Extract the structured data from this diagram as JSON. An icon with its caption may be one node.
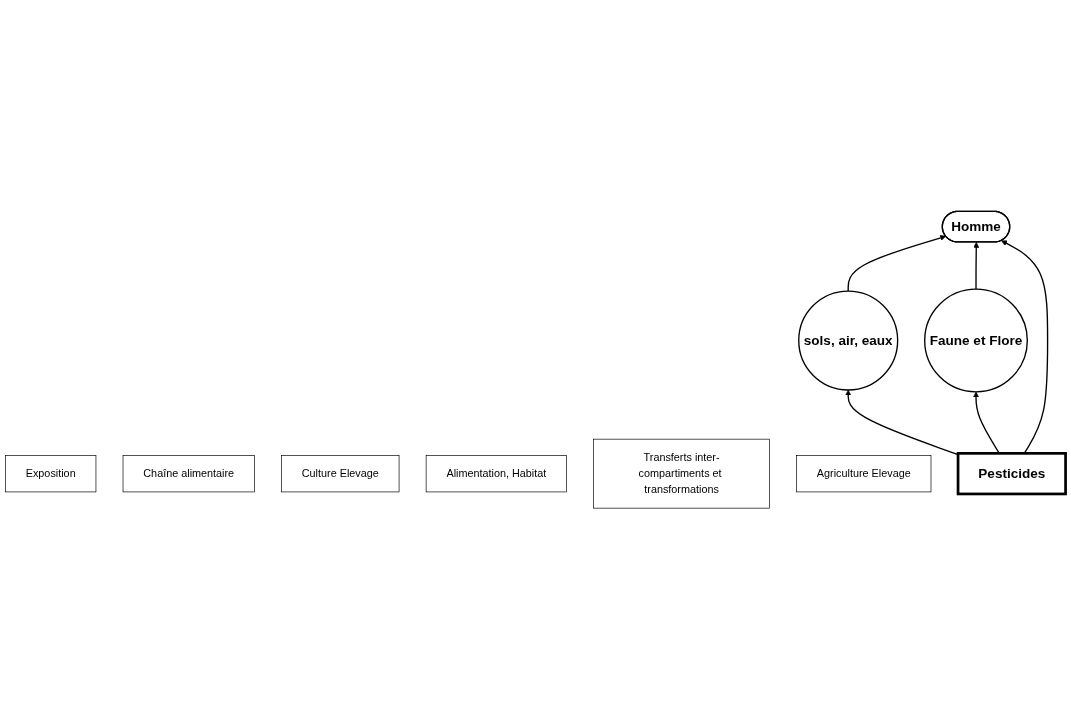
{
  "diagram": {
    "nodes": [
      {
        "text": [
          "Homme"
        ]
      },
      {
        "text": [
          "sols, air, eaux"
        ]
      },
      {
        "text": [
          "Exposition"
        ]
      },
      {
        "text": [
          "Chaîne alimentaire"
        ]
      },
      {
        "text": [
          "Faune et Flore"
        ]
      },
      {
        "text": [
          "Culture Elevage"
        ]
      },
      {
        "text": [
          "Alimentation, Habitat"
        ]
      },
      {
        "text": [
          "Transferts inter-compartiments et transformations"
        ]
      },
      {
        "text": [
          "Agriculture Elevage"
        ]
      },
      {
        "text": [
          "Pesticides"
        ]
      }
    ],
    "edges": [
      {
        "from": 1,
        "to": 0,
        "arrow": "to"
      },
      {
        "from": 4,
        "to": 0,
        "arrow": "to"
      },
      {
        "from": 9,
        "to": 0,
        "arrow": "to"
      },
      {
        "from": 9,
        "to": 1,
        "arrow": "to"
      },
      {
        "from": 9,
        "to": 4,
        "arrow": "to"
      }
    ]
  }
}
